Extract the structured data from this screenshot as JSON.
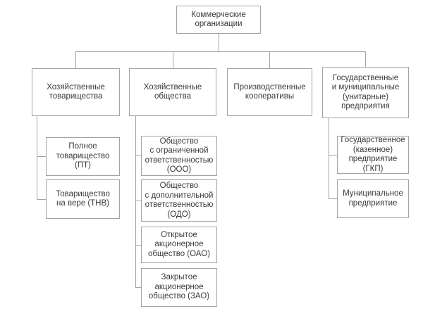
{
  "colors": {
    "background": "#ffffff",
    "box_border": "#a3a3a3",
    "connector_line": "#a3a3a3",
    "text": "#3a3a3a"
  },
  "chart": {
    "root": {
      "label": "Коммерческие\nорганизации"
    },
    "branches": [
      {
        "label": "Хозяйственные\nтоварищества",
        "children": [
          {
            "label": "Полное\nтоварищество\n(ПТ)"
          },
          {
            "label": "Товарищество\nна вере (ТНВ)"
          }
        ]
      },
      {
        "label": "Хозяйственные\nобщества",
        "children": [
          {
            "label": "Общество\nс ограниченной\nответственностью\n(ООО)"
          },
          {
            "label": "Общество\nс дополнительной\nответственностью\n(ОДО)"
          },
          {
            "label": "Открытое\nакционерное\nобщество (ОАО)"
          },
          {
            "label": "Закрытое\nакционерное\nобщество (ЗАО)"
          }
        ]
      },
      {
        "label": "Производственные\nкооперативы",
        "children": []
      },
      {
        "label": "Государственные\nи муниципальные\n(унитарные)\nпредприятия",
        "children": [
          {
            "label": "Государственное\n(казенное)\nпредприятие (ГКП)"
          },
          {
            "label": "Муниципальное\nпредприятие"
          }
        ]
      }
    ]
  }
}
